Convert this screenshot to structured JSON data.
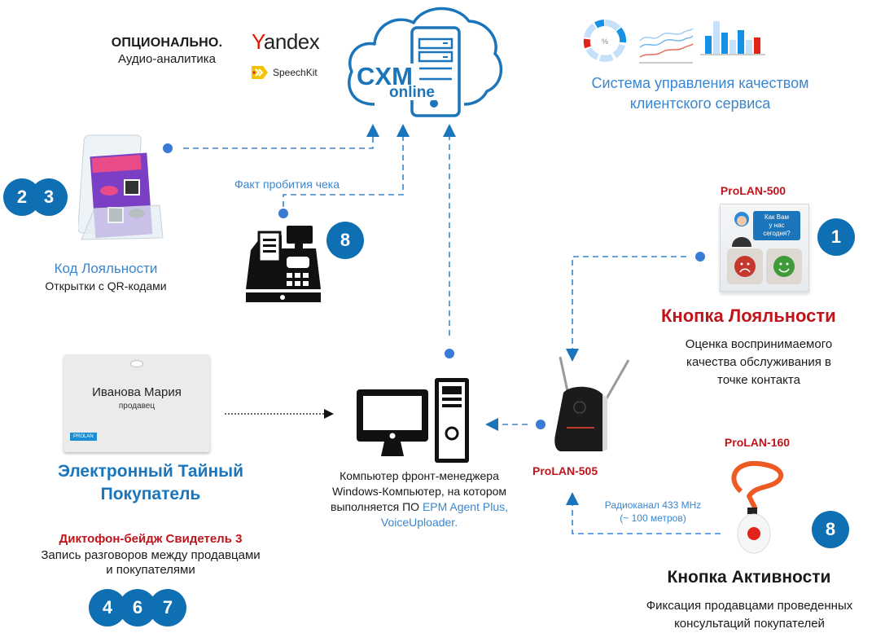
{
  "top": {
    "optional_title": "ОПЦИОНАЛЬНО.",
    "optional_subtitle": "Аудио-аналитика",
    "yandex_label": "Yandex",
    "yandex_first_letter": "Y",
    "yandex_rest": "andex",
    "speechkit_label": "SpeechKit"
  },
  "cloud": {
    "title": "CXM",
    "subtitle": "online"
  },
  "quality_system": {
    "line1": "Система управления качеством",
    "line2": "клиентского сервиса",
    "donut_label": "%",
    "colors": {
      "dark": "#1592e6",
      "light": "#c5e0fb",
      "red": "#e2231a"
    }
  },
  "loyalty_code": {
    "badges": [
      "2",
      "3"
    ],
    "title": "Код Лояльности",
    "subtitle": "Открытки с QR-кодами"
  },
  "cash_register": {
    "label": "Факт пробития чека",
    "badge": "8"
  },
  "prolan500": {
    "model": "ProLAN-500",
    "bubble_text": [
      "Как Вам",
      "у нас",
      "сегодня?"
    ],
    "badge": "1",
    "title": "Кнопка Лояльности",
    "desc": [
      "Оценка воспринимаемого",
      "качества обслуживания в",
      "точке контакта"
    ]
  },
  "secret_shopper": {
    "badge_name": "Иванова Мария",
    "badge_role": "продавец",
    "badge_logo": "PROLAN",
    "title_line1": "Электронный Тайный",
    "title_line2": "Покупатель",
    "device": "Диктофон-бейдж Свидетель 3",
    "desc_line1": "Запись разговоров между продавцами",
    "desc_line2": "и покупателями",
    "badges": [
      "4",
      "6",
      "7"
    ]
  },
  "computer": {
    "line1": "Компьютер фронт-менеджера",
    "line2": "Windows-Компьютер, на котором",
    "line3_prefix": "выполняется ПО ",
    "line3_link": "EPM Agent Plus,",
    "line4_link": "VoiceUploader."
  },
  "prolan505": {
    "model": "ProLAN-505"
  },
  "prolan160": {
    "model": "ProLAN-160",
    "radio_line1": "Радиоканал 433 MHz",
    "radio_line2": "(~ 100 метров)",
    "badge": "8",
    "title": "Кнопка Активности",
    "desc_line1": "Фиксация продавцами проведенных",
    "desc_line2": "консультаций покупателей"
  }
}
